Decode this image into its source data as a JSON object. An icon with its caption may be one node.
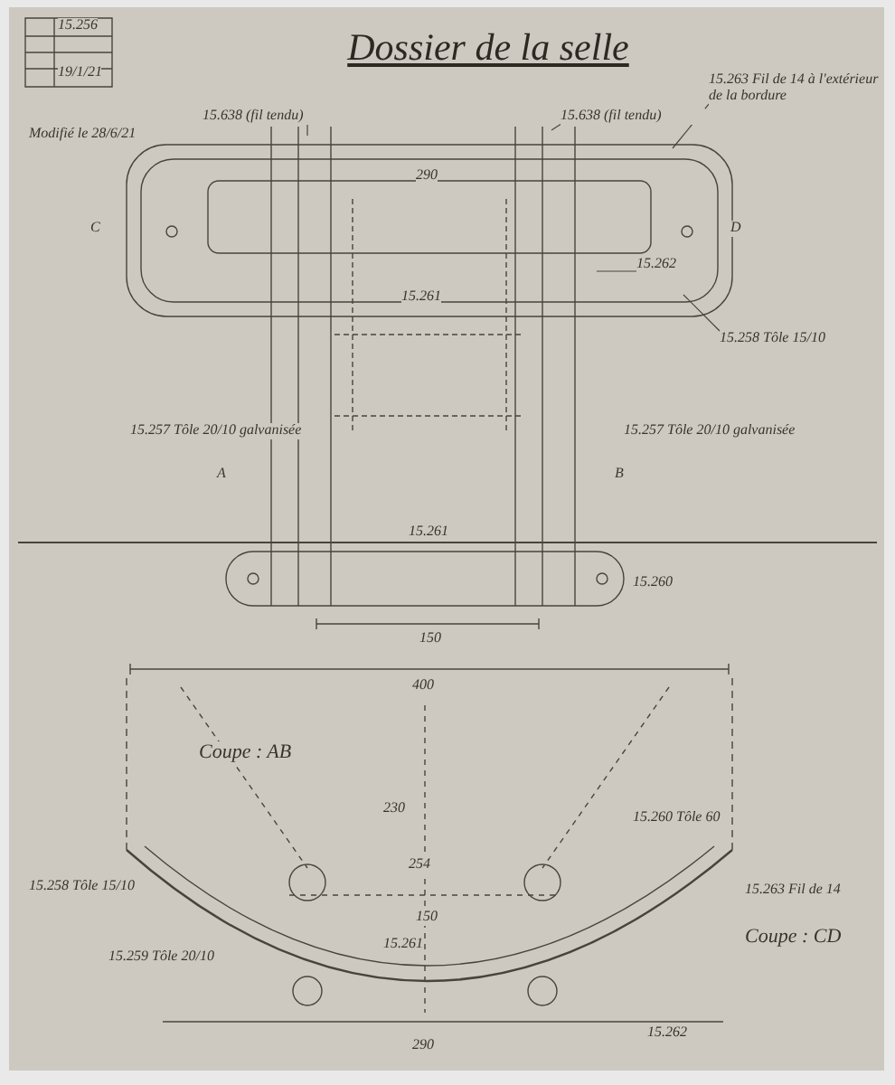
{
  "diagram": {
    "title": "Dossier de la selle",
    "nodes": [
      {
        "text": [
          "15.638 (fil tendu)"
        ]
      },
      {
        "text": [
          "15.638 (fil tendu)"
        ]
      },
      {
        "text": [
          "15.263 Fil de 14 à l'extérieur de la bordure"
        ]
      },
      {
        "text": [
          "15.258 Tôle 15/10"
        ]
      },
      {
        "text": [
          "15.262"
        ]
      }
    ],
    "edges": [
      {
        "from": 0,
        "to": null,
        "arrow": "none"
      },
      {
        "from": 1,
        "to": null,
        "arrow": "none"
      },
      {
        "from": 2,
        "to": null,
        "arrow": "none"
      },
      {
        "from": 3,
        "to": null,
        "arrow": "none"
      },
      {
        "from": 4,
        "to": null,
        "arrow": "none"
      }
    ],
    "labels": [
      "15.256",
      "19/1/21",
      "Modifié le 28/6/21",
      "290",
      "C",
      "D",
      "15.261",
      "15.257 Tôle 20/10 galvanisée",
      "15.257 Tôle 20/10 galvanisée",
      "A",
      "B",
      "15.261",
      "15.260",
      "150",
      "400",
      "Coupe : AB",
      "230",
      "15.260 Tôle 60",
      "254",
      "15.258 Tôle 15/10",
      "15.263 Fil de 14",
      "Coupe : CD",
      "15.261",
      "150",
      "15.259 Tôle 20/10",
      "15.262",
      "290"
    ]
  }
}
